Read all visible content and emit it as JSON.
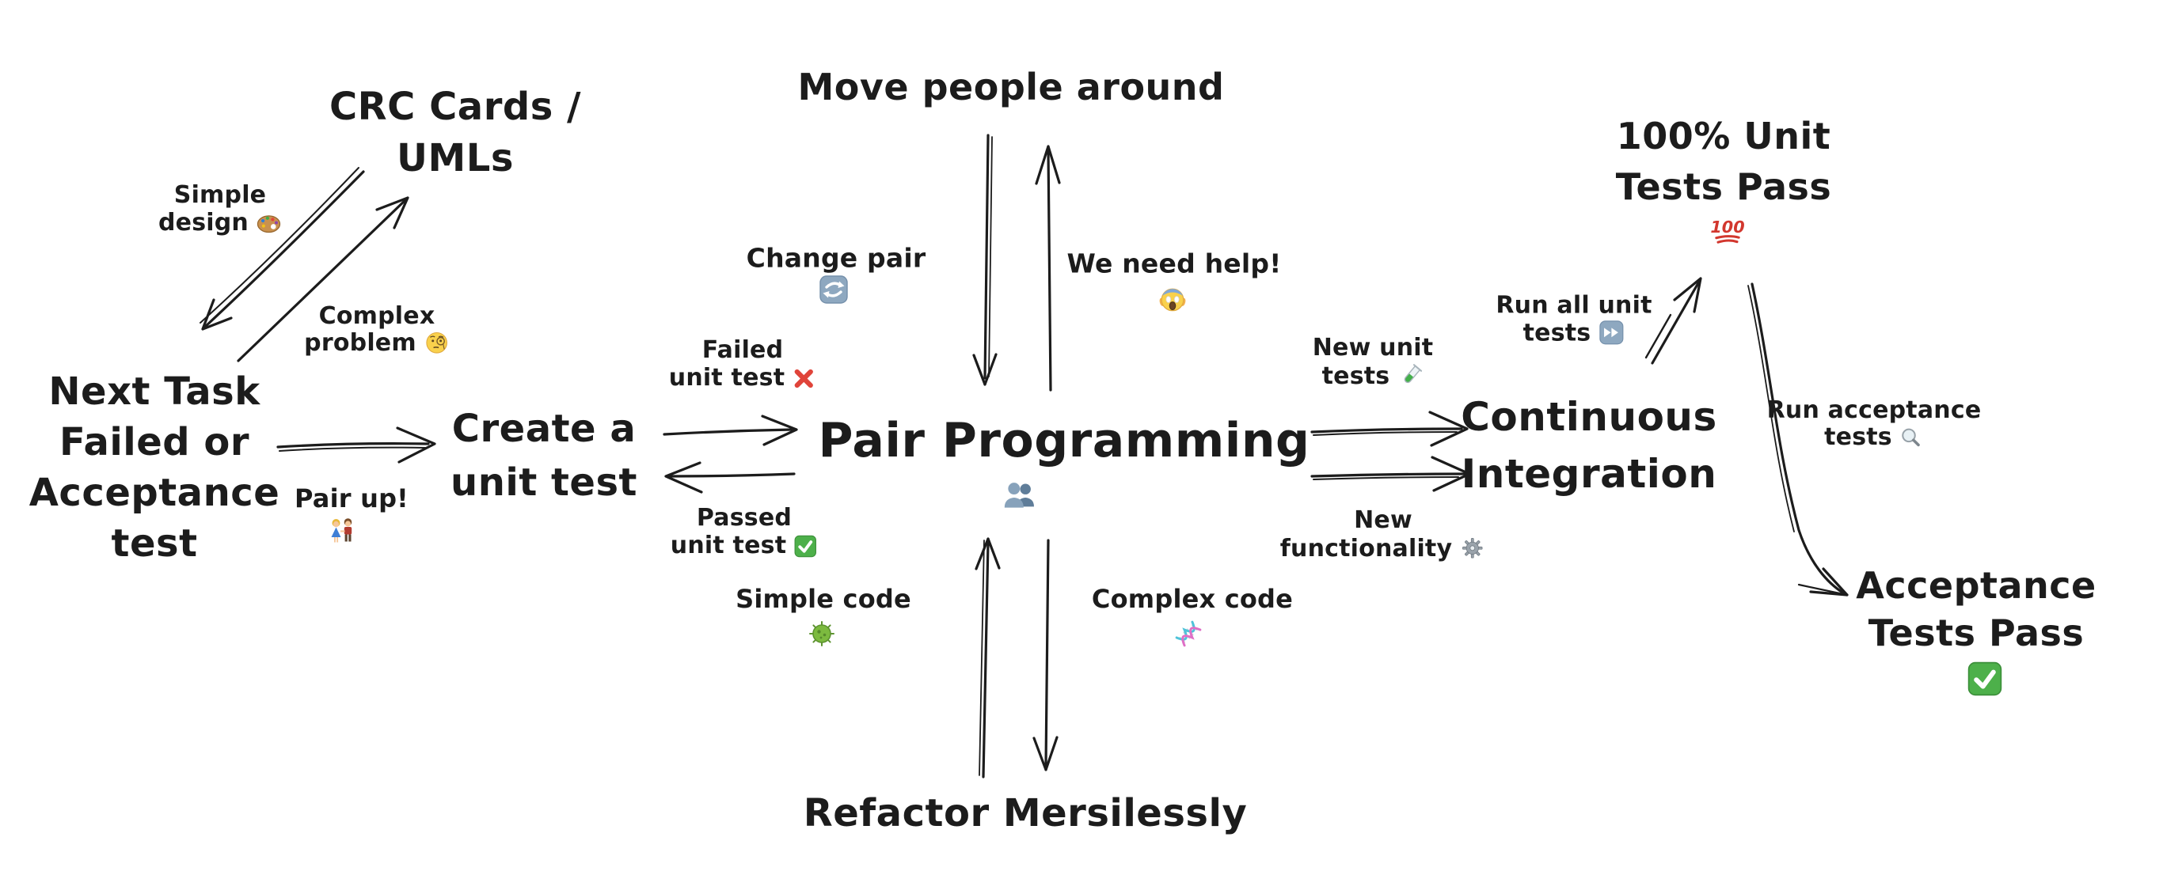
{
  "canvas": {
    "background": "#ffffff",
    "ink": "#1c1c1c"
  },
  "palette": {
    "ink": "#1c1c1c",
    "hundred_red": "#d2372e",
    "check_green": "#4db04a",
    "cross_red": "#e0443a",
    "button_blue": "#8ea8c0",
    "microbe_green": "#7cba3f",
    "dna_pink": "#df6fc6",
    "dna_cyan": "#4fc3d9",
    "bust_blue": "#87a2bb"
  },
  "nodes": {
    "move_people": {
      "title": "Move people around"
    },
    "crc": {
      "line1": "CRC Cards /",
      "line2": "UMLs"
    },
    "hundred": {
      "line1": "100% Unit",
      "line2": "Tests Pass",
      "emoji": "💯",
      "icon": "hundred-points"
    },
    "next_task": {
      "line1": "Next Task",
      "line2": "Failed or",
      "line3": "Acceptance",
      "line4": "test"
    },
    "create_test": {
      "line1": "Create a",
      "line2": "unit test"
    },
    "pair_programming": {
      "title": "Pair Programming",
      "emoji": "👥",
      "icon": "busts-in-silhouette"
    },
    "ci": {
      "line1": "Continuous",
      "line2": "Integration"
    },
    "acceptance": {
      "line1": "Acceptance",
      "line2": "Tests Pass",
      "emoji": "✅",
      "icon": "check-mark-button"
    },
    "refactor": {
      "title": "Refactor Mersilessly"
    }
  },
  "labels": {
    "simple_design": {
      "line1": "Simple",
      "line2": "design",
      "emoji": "🎨",
      "icon": "artist-palette"
    },
    "complex_problem": {
      "line1": "Complex",
      "line2": "problem",
      "emoji": "🧐",
      "icon": "monocle-face"
    },
    "pair_up": {
      "text": "Pair up!",
      "emoji": "👫",
      "icon": "couple-holding-hands"
    },
    "failed_unit_test": {
      "line1": "Failed",
      "line2": "unit test",
      "emoji": "❌",
      "icon": "cross-mark"
    },
    "passed_unit_test": {
      "line1": "Passed",
      "line2": "unit test",
      "emoji": "✅",
      "icon": "check-mark-button"
    },
    "change_pair": {
      "text": "Change pair",
      "emoji": "🔁",
      "icon": "repeat-button"
    },
    "we_need_help": {
      "text": "We need help!",
      "emoji": "😱",
      "icon": "screaming-face"
    },
    "simple_code": {
      "text": "Simple code",
      "emoji": "🦠",
      "icon": "microbe"
    },
    "complex_code": {
      "text": "Complex code",
      "emoji": "🧬",
      "icon": "dna"
    },
    "new_unit_tests": {
      "line1": "New unit",
      "line2": "tests",
      "emoji": "🧪",
      "icon": "test-tube"
    },
    "new_functionality": {
      "line1": "New",
      "line2": "functionality",
      "emoji": "⚙️",
      "icon": "gear"
    },
    "run_all_unit_tests": {
      "line1": "Run all unit",
      "line2": "tests",
      "emoji": "⏩",
      "icon": "fast-forward-button"
    },
    "run_acceptance_tests": {
      "line1": "Run acceptance",
      "line2": "tests",
      "emoji": "🔍",
      "icon": "magnifying-glass"
    }
  },
  "edges": [
    {
      "from": "next_task",
      "to": "crc",
      "label": "complex_problem"
    },
    {
      "from": "crc",
      "to": "next_task",
      "label": "simple_design"
    },
    {
      "from": "next_task",
      "to": "create_test",
      "label": "pair_up"
    },
    {
      "from": "create_test",
      "to": "pair_programming",
      "label": "failed_unit_test"
    },
    {
      "from": "pair_programming",
      "to": "create_test",
      "label": "passed_unit_test"
    },
    {
      "from": "move_people",
      "to": "pair_programming",
      "label": "change_pair"
    },
    {
      "from": "pair_programming",
      "to": "move_people",
      "label": "we_need_help"
    },
    {
      "from": "refactor",
      "to": "pair_programming",
      "label": "simple_code"
    },
    {
      "from": "pair_programming",
      "to": "refactor",
      "label": "complex_code"
    },
    {
      "from": "pair_programming",
      "to": "ci",
      "label": "new_unit_tests"
    },
    {
      "from": "pair_programming",
      "to": "ci",
      "label": "new_functionality"
    },
    {
      "from": "ci",
      "to": "hundred",
      "label": "run_all_unit_tests"
    },
    {
      "from": "hundred",
      "to": "acceptance",
      "label": "run_acceptance_tests"
    }
  ]
}
